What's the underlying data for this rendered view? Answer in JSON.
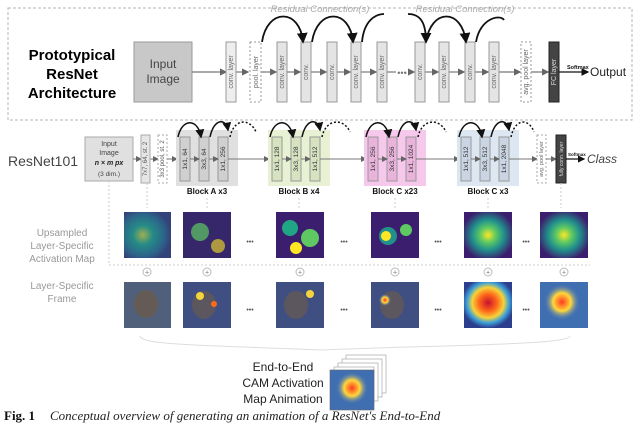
{
  "top": {
    "title_lines": [
      "Prototypical",
      "ResNet",
      "Architecture"
    ],
    "input_lines": [
      "Input",
      "Image"
    ],
    "residual_label": "Residual Connection(s)",
    "layers": {
      "conv": "conv. layer",
      "pool": "pool. layer",
      "conv_short": "conv.",
      "avg_pool": "avg. pool layer",
      "fc": "FC layer"
    },
    "softmax": "Softmax",
    "output": "Output",
    "dots": "•••"
  },
  "resnet": {
    "name": "ResNet101",
    "input_lines": [
      "Input",
      "Image",
      "n × m px",
      "(3 dim.)"
    ],
    "first_conv": "7x7, 64, st. 2",
    "first_pool": "3x3 pool, st. 2",
    "block_a": [
      "1x1, 64",
      "3x3, 64",
      "1x1, 256"
    ],
    "block_b": [
      "1x1, 128",
      "3x3, 128",
      "1x1, 512"
    ],
    "block_c1": [
      "1x1, 256",
      "3x3, 256",
      "1x1, 1024"
    ],
    "block_c2": [
      "1x1, 512",
      "3x3, 512",
      "1x1, 2048"
    ],
    "block_labels": [
      "Block A x3",
      "Block B x4",
      "Block C x23",
      "Block C x3"
    ],
    "avg_pool": "avg. pool layer",
    "fc": "fully conn. layer",
    "softmax": "Softmax",
    "class": "Class",
    "colors": {
      "block_a": "#e0e0e0",
      "block_b": "#e8f1d4",
      "block_c1": "#f6c9ec",
      "block_c2": "#dde7f1"
    }
  },
  "rows": {
    "activation_label": [
      "Upsampled",
      "Layer-Specific",
      "Activation Map"
    ],
    "frame_label": [
      "Layer-Specific",
      "Frame"
    ],
    "plus": "+",
    "dots": "•••"
  },
  "animation": {
    "label": [
      "End-to-End",
      "CAM Activation",
      "Map Animation"
    ]
  },
  "caption": {
    "prefix": "Fig. 1",
    "text": "Conceptual overview of generating an animation of a ResNet's End-to-End"
  }
}
